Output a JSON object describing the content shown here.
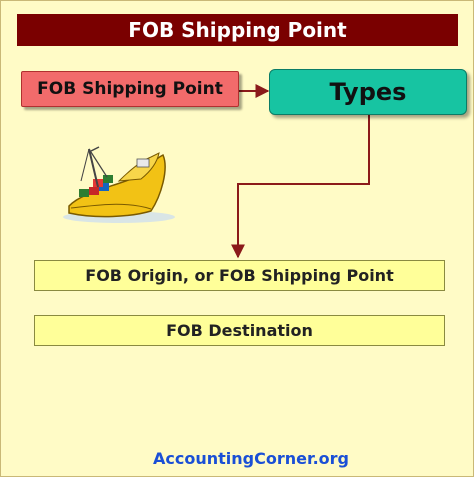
{
  "title": "FOB Shipping Point",
  "source_box": {
    "label": "FOB Shipping Point"
  },
  "types_box": {
    "label": "Types"
  },
  "type_items": [
    {
      "label": "FOB Origin, or FOB Shipping Point"
    },
    {
      "label": "FOB Destination"
    }
  ],
  "footer": {
    "text": "AccountingCorner.org"
  },
  "colors": {
    "title_bar": "#7a0000",
    "frame_background": "#fffbc6",
    "source_box": "#f26b6b",
    "types_box": "#17c4a2",
    "item_box": "#ffff99",
    "arrow": "#8b1a1a",
    "footer_text": "#1a4fd6"
  },
  "icons": {
    "illustration": "cargo-ship-icon"
  }
}
